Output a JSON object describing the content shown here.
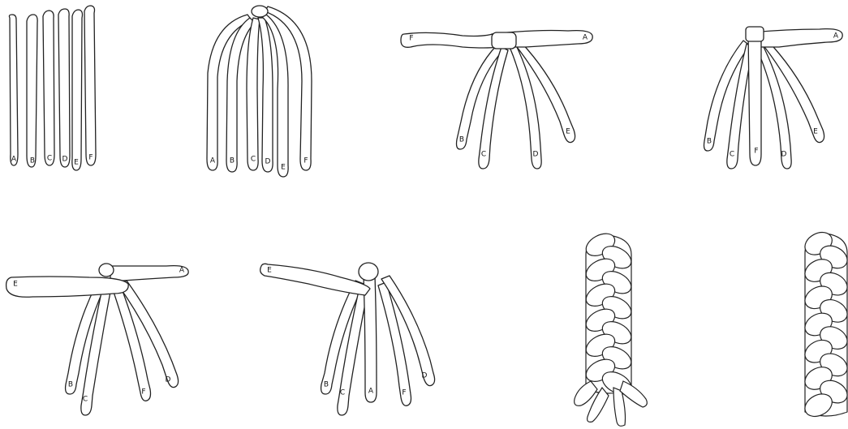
{
  "colors": {
    "ink": "#222222",
    "paper": "#ffffff"
  },
  "figures": [
    {
      "id": "step-1",
      "labels": [
        "A",
        "B",
        "C",
        "D",
        "E",
        "F"
      ]
    },
    {
      "id": "step-2",
      "labels": [
        "A",
        "B",
        "C",
        "D",
        "E",
        "F"
      ]
    },
    {
      "id": "step-3",
      "labels": [
        "F",
        "A",
        "B",
        "C",
        "D",
        "E"
      ]
    },
    {
      "id": "step-4",
      "labels": [
        "A",
        "B",
        "C",
        "F",
        "D",
        "E"
      ]
    },
    {
      "id": "step-5",
      "labels": [
        "E",
        "A",
        "B",
        "C",
        "F",
        "D"
      ]
    },
    {
      "id": "step-6",
      "labels": [
        "E",
        "B",
        "C",
        "A",
        "F",
        "D"
      ]
    },
    {
      "id": "step-7",
      "labels": []
    },
    {
      "id": "step-8",
      "labels": []
    }
  ]
}
